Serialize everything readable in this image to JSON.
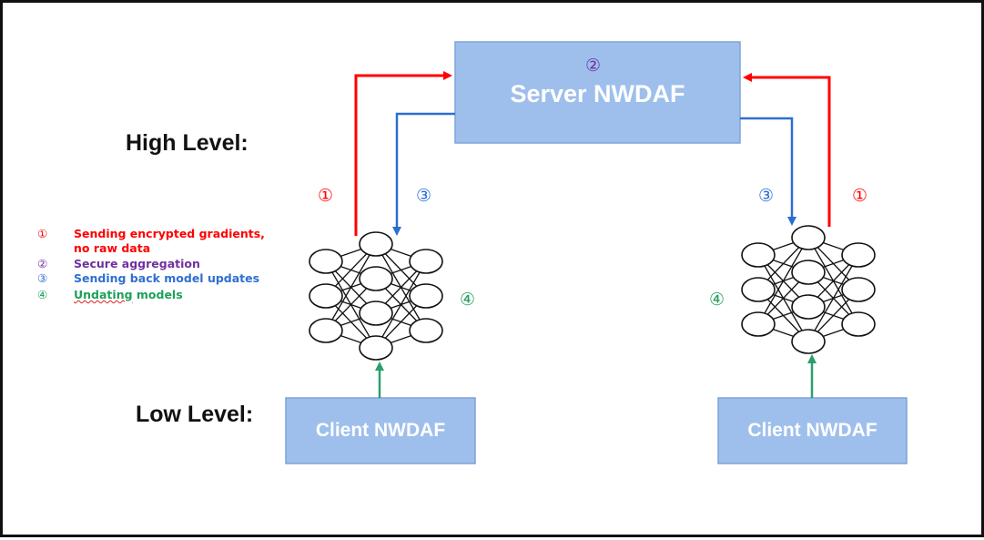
{
  "server": {
    "label": "Server NWDAF",
    "step": "②"
  },
  "levels": {
    "high": "High Level:",
    "low": "Low Level:"
  },
  "clients": [
    {
      "label": "Client NWDAF"
    },
    {
      "label": "Client NWDAF"
    }
  ],
  "steps": {
    "one": "①",
    "three": "③",
    "four": "④"
  },
  "legend": [
    {
      "num": "①",
      "text": "Sending encrypted gradients,",
      "text2": "no raw data",
      "color": "#ff0000"
    },
    {
      "num": "②",
      "text": "Secure aggregation",
      "color": "#7030a0"
    },
    {
      "num": "③",
      "text": "Sending back model updates",
      "color": "#2f6fd0"
    },
    {
      "num": "④",
      "text_a": "Undating",
      "text_b": " models",
      "color": "#1ea05a"
    }
  ],
  "colors": {
    "box_fill": "#9ebfec",
    "box_stroke": "#7ea3d6",
    "red": "#ff0000",
    "blue": "#2a6fd0",
    "green": "#2aa06a",
    "purple": "#7030a0"
  }
}
